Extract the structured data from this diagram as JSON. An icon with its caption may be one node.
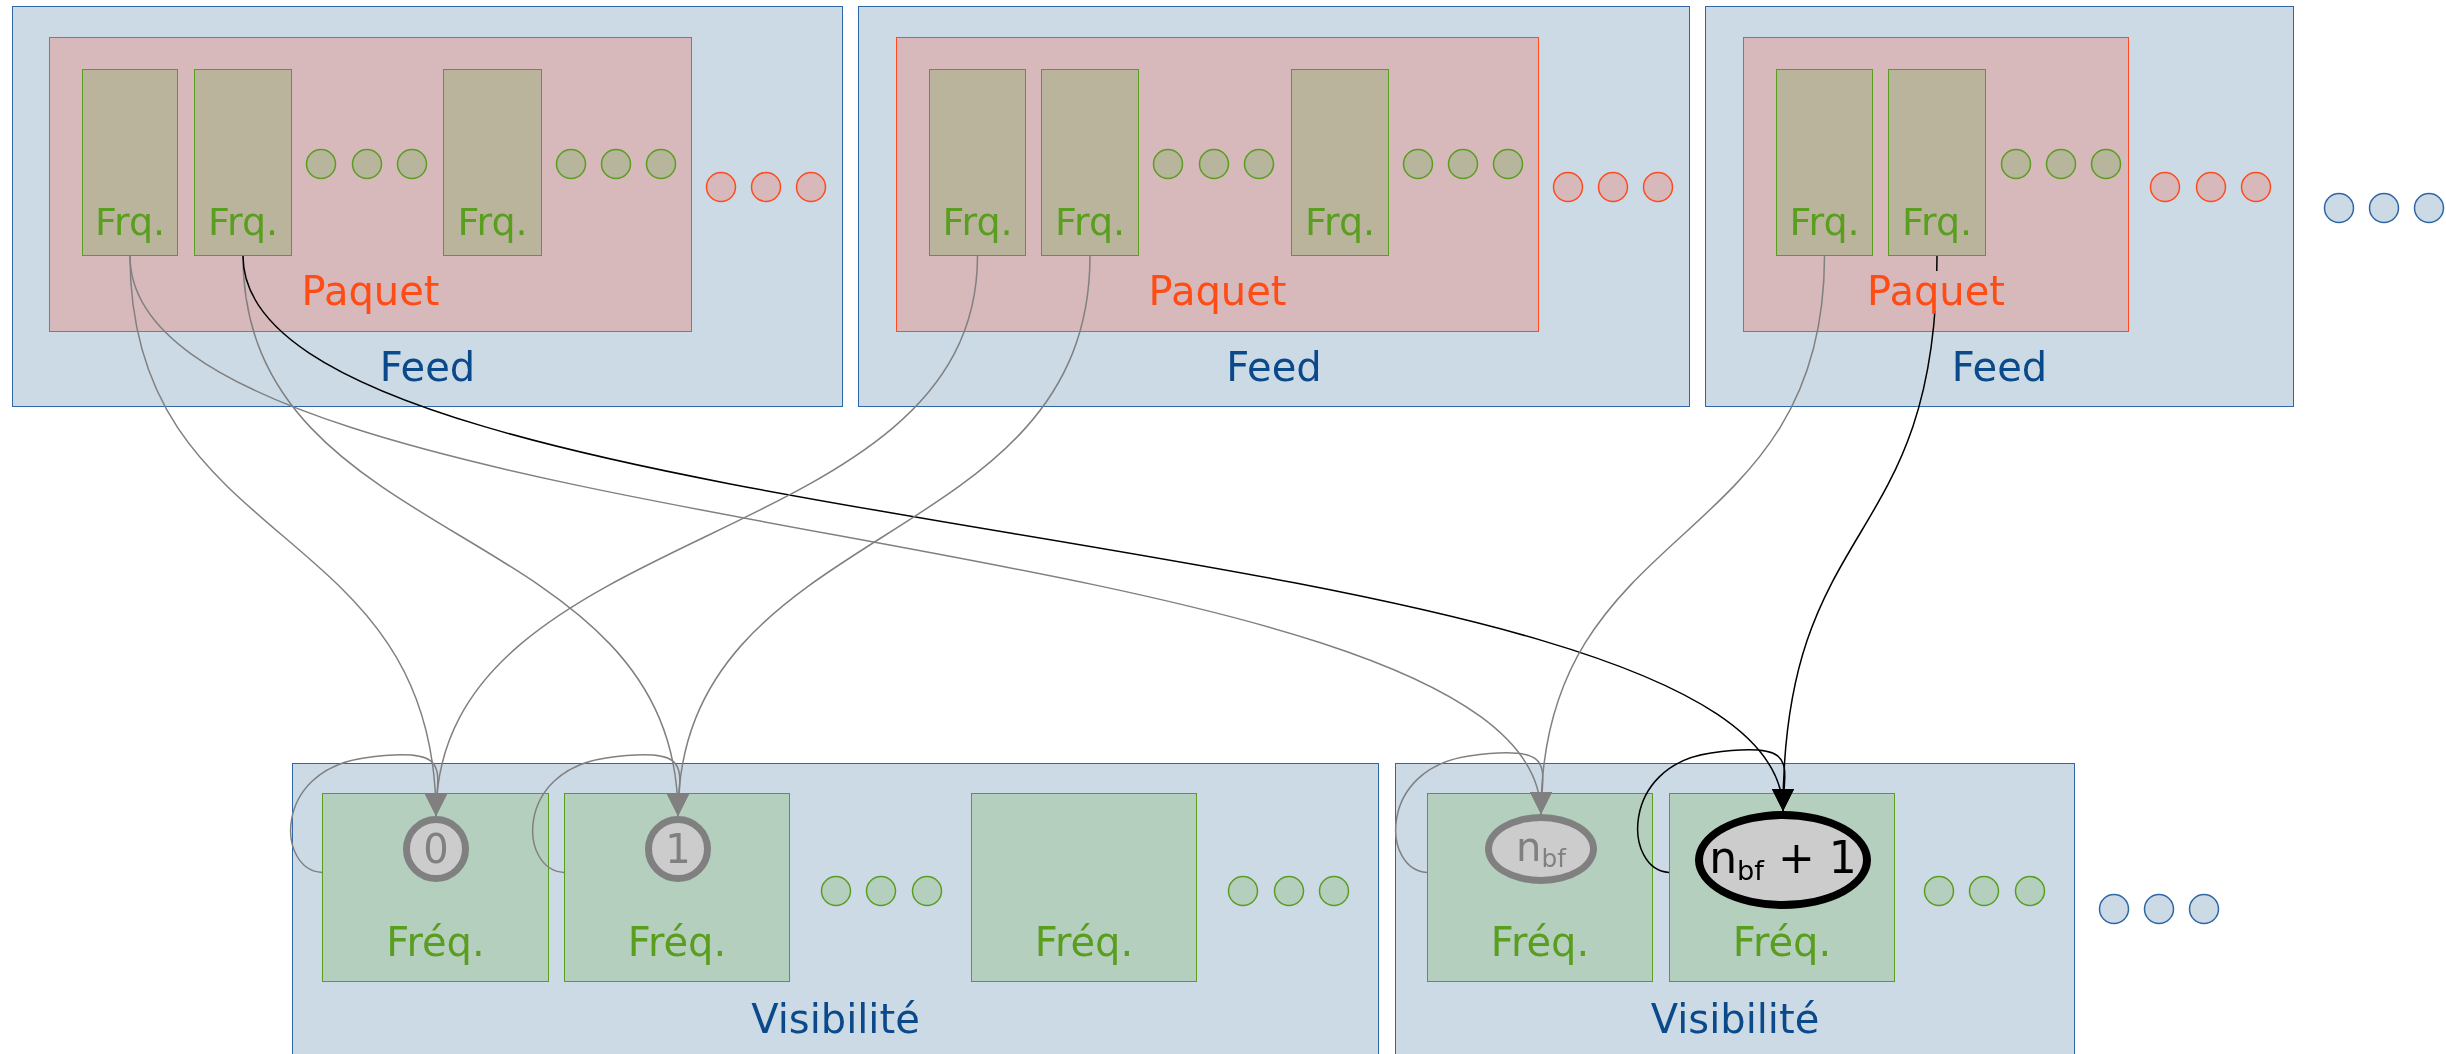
{
  "diagram": {
    "nodes": [
      {
        "text": [
          "Feed"
        ]
      },
      {
        "text": [
          "Paquet"
        ],
        "in": 0
      },
      {
        "text": [
          "Frq."
        ],
        "in": 1
      },
      {
        "text": [
          "Frq."
        ],
        "in": 1
      },
      {
        "text": [
          "Frq."
        ],
        "in": 1
      },
      {
        "text": [
          "Feed"
        ]
      },
      {
        "text": [
          "Paquet"
        ],
        "in": 5
      },
      {
        "text": [
          "Frq."
        ],
        "in": 6
      },
      {
        "text": [
          "Frq."
        ],
        "in": 6
      },
      {
        "text": [
          "Frq."
        ],
        "in": 6
      },
      {
        "text": [
          "Feed"
        ]
      },
      {
        "text": [
          "Paquet"
        ],
        "in": 10
      },
      {
        "text": [
          "Frq."
        ],
        "in": 11
      },
      {
        "text": [
          "Frq."
        ],
        "in": 11
      },
      {
        "text": [
          "Visibilité"
        ]
      },
      {
        "text": [
          "Fréq."
        ],
        "in": 14
      },
      {
        "text": [
          "0"
        ],
        "in": 15
      },
      {
        "text": [
          "Fréq."
        ],
        "in": 14
      },
      {
        "text": [
          "1"
        ],
        "in": 17
      },
      {
        "text": [
          "Fréq."
        ],
        "in": 14
      },
      {
        "text": [
          "Visibilité"
        ]
      },
      {
        "text": [
          "Fréq."
        ],
        "in": 20
      },
      {
        "text": [
          "n$_{bf}$"
        ],
        "in": 21
      },
      {
        "text": [
          "Fréq."
        ],
        "in": 20
      },
      {
        "text": [
          "n$_{bf}$ + 1"
        ],
        "in": 23
      }
    ],
    "edges": [
      {
        "from": 2,
        "to": 16,
        "arrow": "to"
      },
      {
        "from": 2,
        "to": 22,
        "arrow": "to"
      },
      {
        "from": 3,
        "to": 18,
        "arrow": "to"
      },
      {
        "from": 3,
        "to": 24,
        "arrow": "to",
        "color": "#000000"
      },
      {
        "from": 7,
        "to": 16,
        "arrow": "to"
      },
      {
        "from": 8,
        "to": 18,
        "arrow": "to"
      },
      {
        "from": 12,
        "to": 22,
        "arrow": "to"
      },
      {
        "from": 13,
        "to": 24,
        "arrow": "to",
        "color": "#000000"
      },
      {
        "from": 15,
        "to": 16,
        "arrow": "to"
      },
      {
        "from": 17,
        "to": 18,
        "arrow": "to"
      },
      {
        "from": 21,
        "to": 22,
        "arrow": "to"
      },
      {
        "from": 23,
        "to": 24,
        "arrow": "to",
        "color": "#000000"
      }
    ]
  }
}
